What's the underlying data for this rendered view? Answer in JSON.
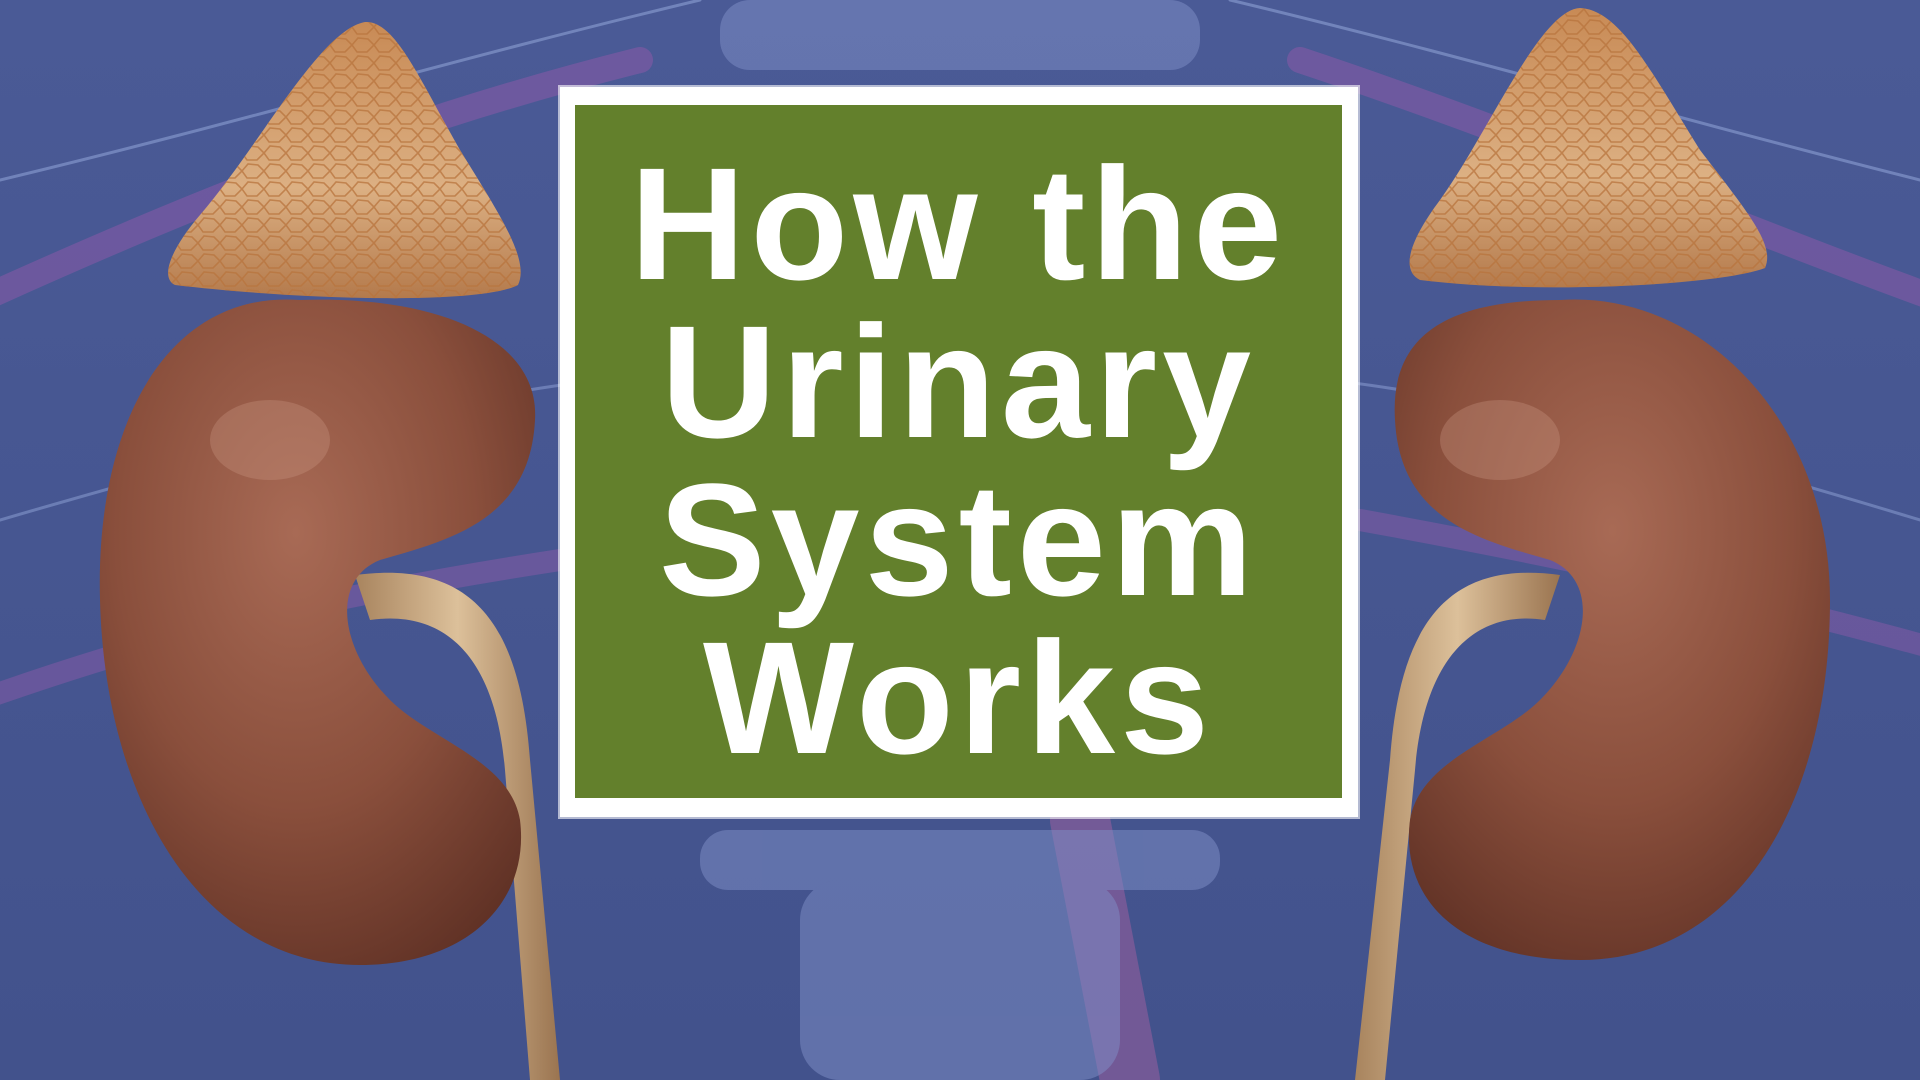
{
  "title": {
    "lines": [
      "How the",
      "Urinary",
      "System",
      "Works"
    ]
  },
  "colors": {
    "background": "#45558f",
    "panel_green": "#63802c",
    "panel_border": "#ffffff",
    "kidney": "#8a4f3c",
    "adrenal": "#d9a673",
    "ureter": "#c9a57c",
    "title_text": "#ffffff"
  },
  "illustration": {
    "subjects": [
      "left-kidney",
      "right-kidney",
      "left-adrenal-gland",
      "right-adrenal-gland",
      "left-ureter",
      "right-ureter",
      "spine",
      "blood-vessels"
    ]
  }
}
